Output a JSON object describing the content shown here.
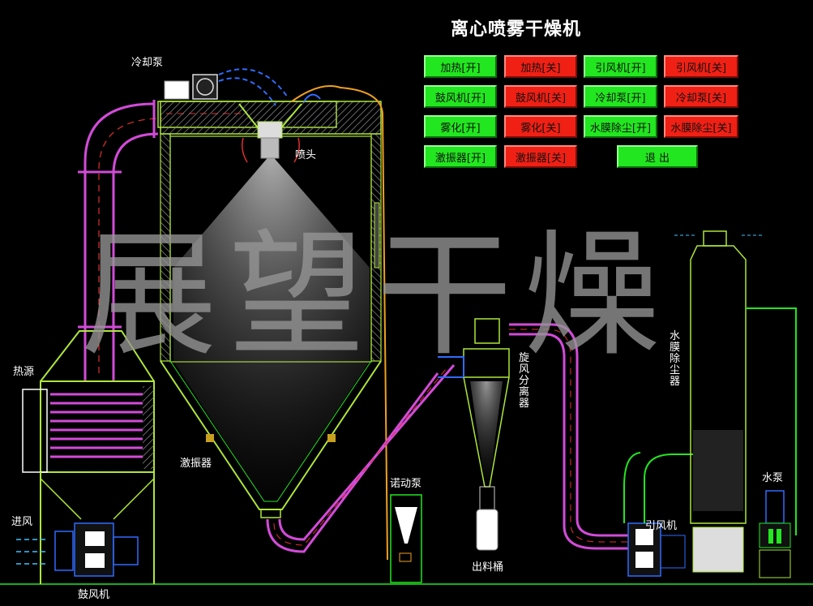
{
  "window": {
    "title": "离心喷雾干燥机"
  },
  "watermark": "展望干燥",
  "buttons": [
    {
      "id": "heat-on",
      "label": "加热[开]",
      "state": "on"
    },
    {
      "id": "heat-off",
      "label": "加热[关]",
      "state": "off"
    },
    {
      "id": "induced-fan-on",
      "label": "引风机[开]",
      "state": "on"
    },
    {
      "id": "induced-fan-off",
      "label": "引风机[关]",
      "state": "off"
    },
    {
      "id": "blower-on",
      "label": "鼓风机[开]",
      "state": "on"
    },
    {
      "id": "blower-off",
      "label": "鼓风机[关]",
      "state": "off"
    },
    {
      "id": "cooling-pump-on",
      "label": "冷却泵[开]",
      "state": "on"
    },
    {
      "id": "cooling-pump-off",
      "label": "冷却泵[关]",
      "state": "off"
    },
    {
      "id": "atomize-on",
      "label": "雾化[开]",
      "state": "on"
    },
    {
      "id": "atomize-off",
      "label": "雾化[关]",
      "state": "off"
    },
    {
      "id": "water-film-on",
      "label": "水膜除尘[开]",
      "state": "on"
    },
    {
      "id": "water-film-off",
      "label": "水膜除尘[关]",
      "state": "off"
    },
    {
      "id": "vibrator-on",
      "label": "激振器[开]",
      "state": "on"
    },
    {
      "id": "vibrator-off",
      "label": "激振器[关]",
      "state": "off"
    },
    {
      "id": "exit",
      "label": "退 出",
      "state": "on"
    }
  ],
  "labels": {
    "cooling_pump": "冷却泵",
    "nozzle": "喷头",
    "heat_source": "热源",
    "air_inlet": "进风",
    "blower": "鼓风机",
    "vibrator": "激振器",
    "feed_pump": "诺动泵",
    "cyclone": "旋风分离器",
    "discharge": "出料桶",
    "induced_fan": "引风机",
    "water_film": "水膜除尘器",
    "water_pump": "水泵"
  },
  "colors": {
    "button_on": "#22e61f",
    "button_off": "#f02015",
    "pipe_magenta": "#d24bd8",
    "chamber_green": "#aee63a",
    "feed_orange": "#f0a020",
    "water_green": "#22e61f",
    "cooling_blue": "#2f6bff"
  }
}
